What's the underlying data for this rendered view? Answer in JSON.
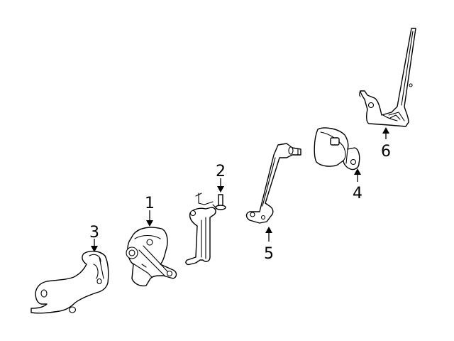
{
  "diagram": {
    "background": "#ffffff",
    "line_color": "#000000",
    "callouts": [
      {
        "id": "c1",
        "label": "1"
      },
      {
        "id": "c2",
        "label": "2"
      },
      {
        "id": "c3",
        "label": "3"
      },
      {
        "id": "c4",
        "label": "4"
      },
      {
        "id": "c5",
        "label": "5"
      },
      {
        "id": "c6",
        "label": "6"
      }
    ]
  }
}
